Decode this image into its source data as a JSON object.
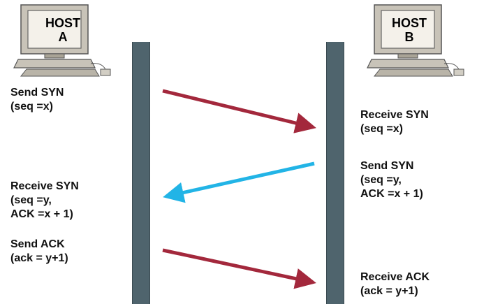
{
  "hosts": {
    "a": {
      "line1": "HOST",
      "line2": "A"
    },
    "b": {
      "line1": "HOST",
      "line2": "B"
    }
  },
  "host_a_steps": {
    "send_syn": {
      "line1": "Send SYN",
      "line2": "(seq =x)"
    },
    "receive_syn": {
      "line1": "Receive SYN",
      "line2": "(seq =y,",
      "line3": "ACK =x + 1)"
    },
    "send_ack": {
      "line1": "Send ACK",
      "line2": "(ack = y+1)"
    }
  },
  "host_b_steps": {
    "receive_syn": {
      "line1": "Receive SYN",
      "line2": "(seq =x)"
    },
    "send_syn": {
      "line1": "Send SYN",
      "line2": "(seq =y,",
      "line3": "ACK =x + 1)"
    },
    "receive_ack": {
      "line1": "Receive ACK",
      "line2": "(ack = y+1)"
    }
  },
  "colors": {
    "arrow_a_to_b": "#a3283c",
    "arrow_b_to_a": "#22b4e6",
    "timeline": "#4f646d"
  }
}
